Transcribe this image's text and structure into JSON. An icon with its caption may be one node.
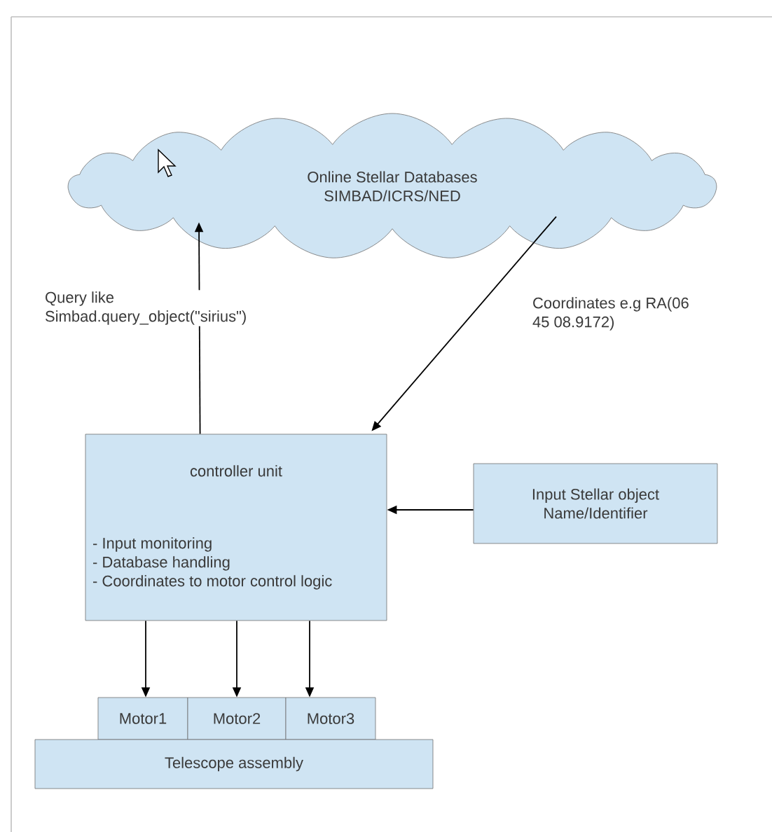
{
  "diagram": {
    "nodes": [
      {
        "text": [
          "Online Stellar Databases SIMBAD/ICRS/NED"
        ]
      },
      {
        "text": [
          "controller unit",
          "- Input monitoring",
          "- Database handling",
          "- Coordinates to motor control logic"
        ]
      },
      {
        "text": [
          "Input Stellar object Name/Identifier"
        ]
      },
      {
        "text": [
          "Motor1"
        ]
      },
      {
        "text": [
          "Motor2"
        ]
      },
      {
        "text": [
          "Motor3"
        ]
      },
      {
        "text": [
          "Telescope assembly"
        ]
      }
    ],
    "edges": [
      {
        "from": 1,
        "to": 0,
        "arrow": "to",
        "label": "Query like Simbad.query_object(\"sirius\")"
      },
      {
        "from": 0,
        "to": 1,
        "arrow": "to",
        "label": "Coordinates e.g RA(06 45 08.9172)"
      },
      {
        "from": 2,
        "to": 1,
        "arrow": "to"
      },
      {
        "from": 1,
        "to": 3,
        "arrow": "to"
      },
      {
        "from": 1,
        "to": 4,
        "arrow": "to"
      },
      {
        "from": 1,
        "to": 5,
        "arrow": "to"
      }
    ]
  }
}
